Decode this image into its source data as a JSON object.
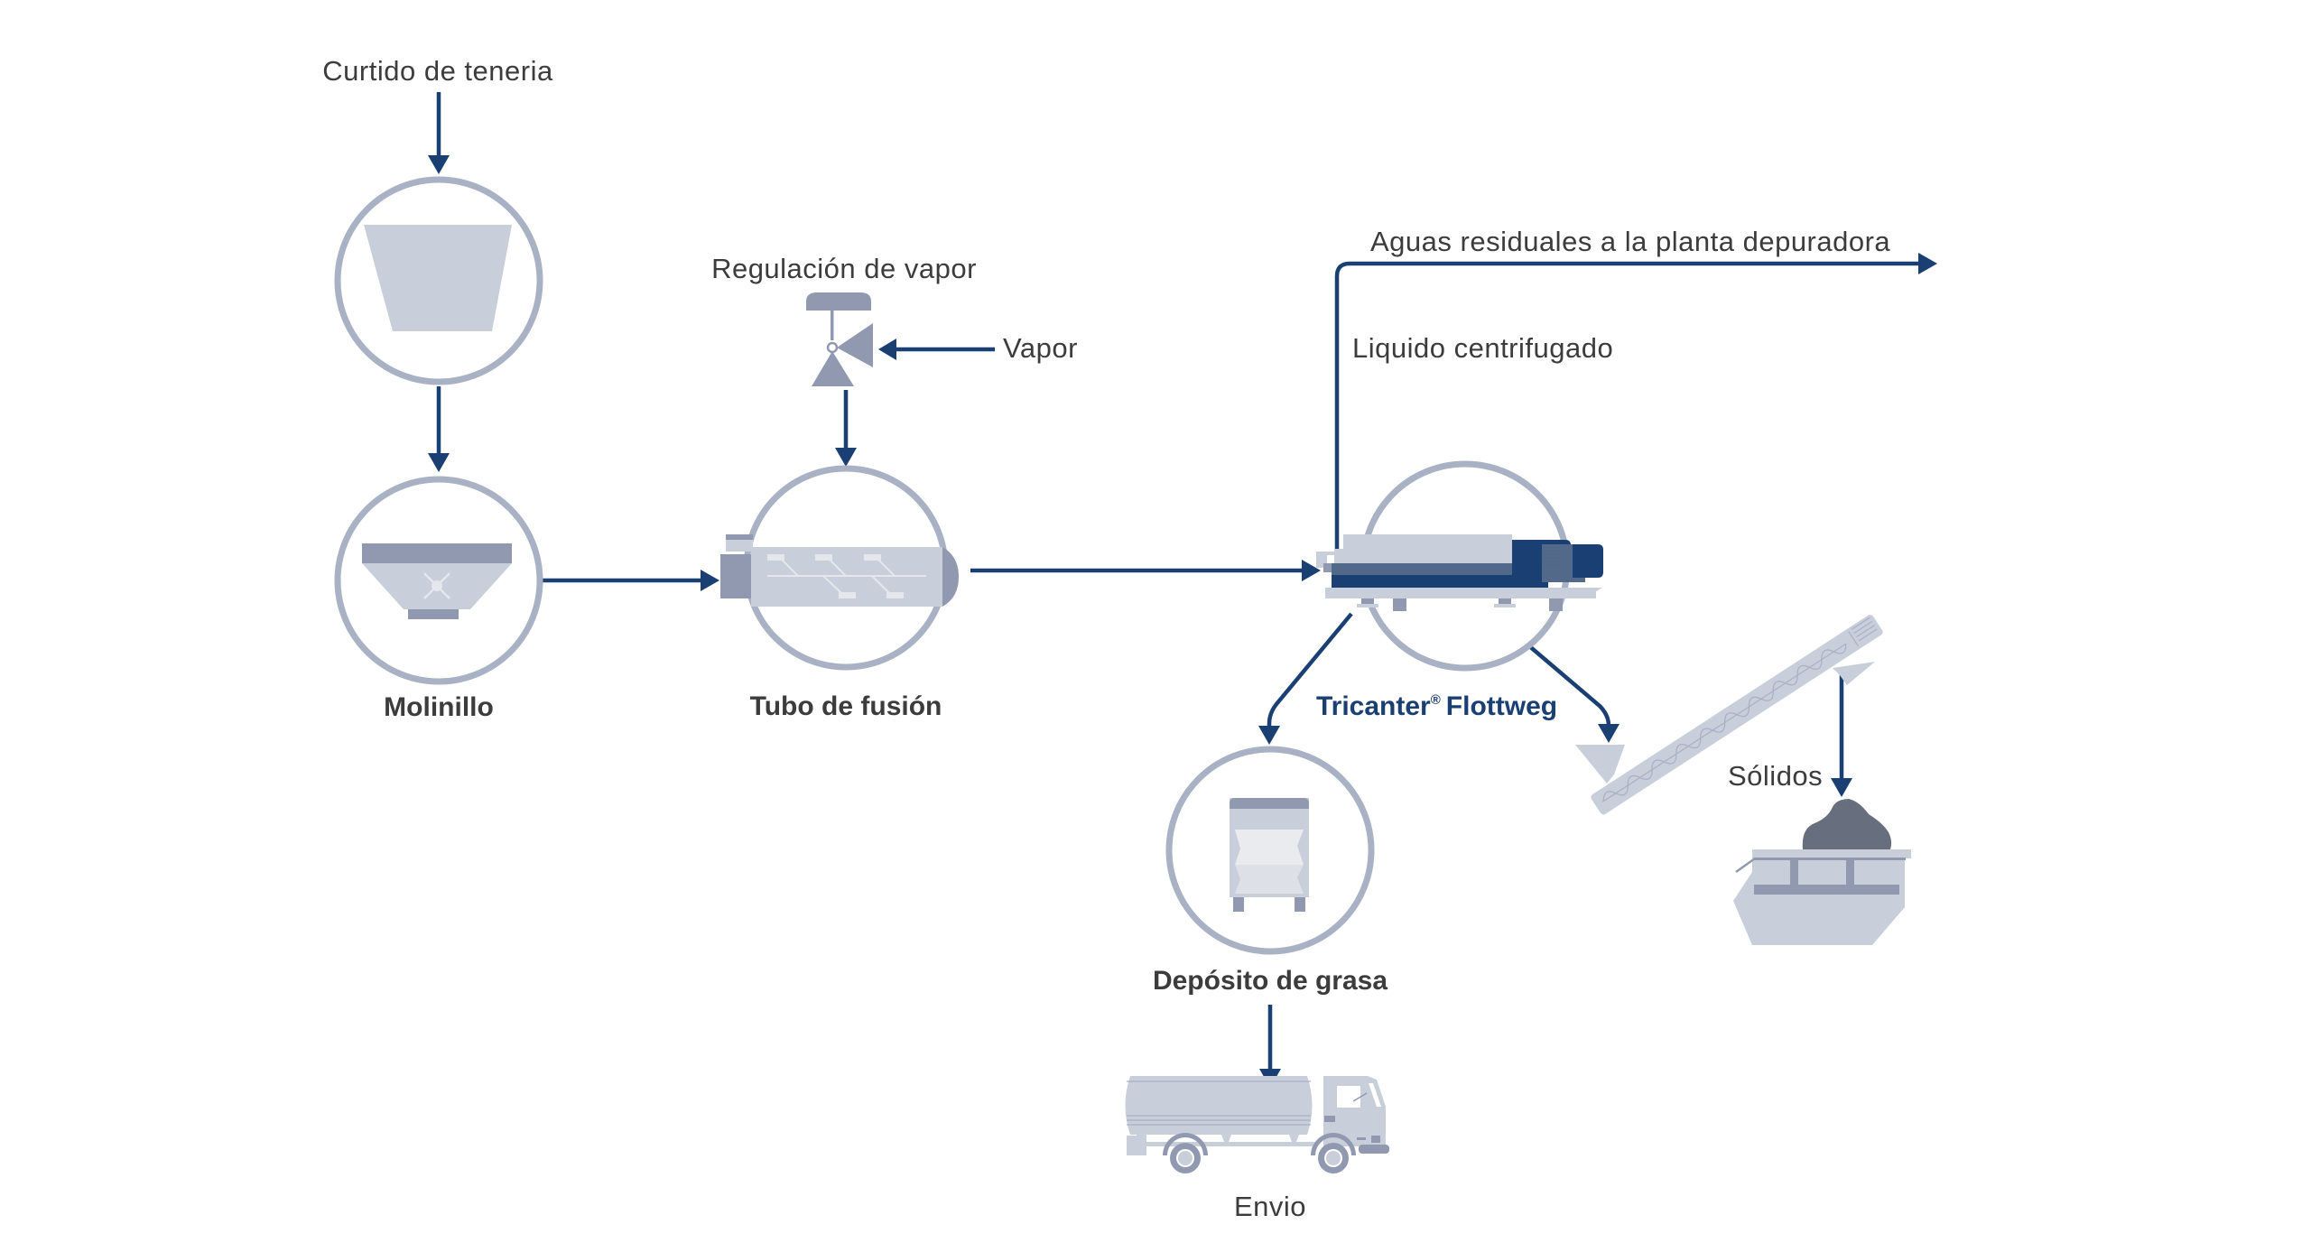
{
  "diagram": {
    "title": "Proceso de fusión de grasa de curtido de tenería con Tricanter Flottweg",
    "colors": {
      "flow_line": "#1a3f73",
      "ring": "#a9b1c4",
      "equipment_light": "#c8cfda",
      "equipment_mid": "#9199b0",
      "equipment_dark": "#1a3f73",
      "text": "#3c3c3c",
      "brand_text": "#1a3f73",
      "solids_pile": "#676f7f"
    },
    "nodes": {
      "input": {
        "label": "Curtido de teneria",
        "icon": "bin-icon"
      },
      "grinder": {
        "label": "Molinillo",
        "icon": "grinder-hopper-icon"
      },
      "steam_control": {
        "label": "Regulación de vapor",
        "icon": "control-valve-icon"
      },
      "steam": {
        "label": "Vapor"
      },
      "melting_tube": {
        "label": "Tubo de fusión",
        "icon": "melting-tube-icon"
      },
      "tricanter": {
        "label_name": "Tricanter",
        "label_mark": "®",
        "label_brand": "Flottweg",
        "icon": "decanter-centrifuge-icon"
      },
      "centrate": {
        "label": "Liquido centrifugado"
      },
      "wastewater": {
        "label": "Aguas residuales a la planta depuradora"
      },
      "fat_tank": {
        "label": "Depósito de grasa",
        "icon": "tank-icon"
      },
      "shipping": {
        "label": "Envio",
        "icon": "tanker-truck-icon"
      },
      "solids": {
        "label": "Sólidos",
        "icon": "screw-conveyor-skip-icon"
      }
    },
    "flows": [
      {
        "from": "Curtido de teneria",
        "to": "Molinillo"
      },
      {
        "from": "Molinillo",
        "to": "Tubo de fusión"
      },
      {
        "from": "Vapor",
        "to": "Regulación de vapor"
      },
      {
        "from": "Regulación de vapor",
        "to": "Tubo de fusión"
      },
      {
        "from": "Tubo de fusión",
        "to": "Tricanter Flottweg"
      },
      {
        "from": "Tricanter Flottweg",
        "to": "Aguas residuales a la planta depuradora",
        "via": "Liquido centrifugado"
      },
      {
        "from": "Tricanter Flottweg",
        "to": "Depósito de grasa"
      },
      {
        "from": "Depósito de grasa",
        "to": "Envio"
      },
      {
        "from": "Tricanter Flottweg",
        "to": "Sólidos"
      }
    ]
  }
}
